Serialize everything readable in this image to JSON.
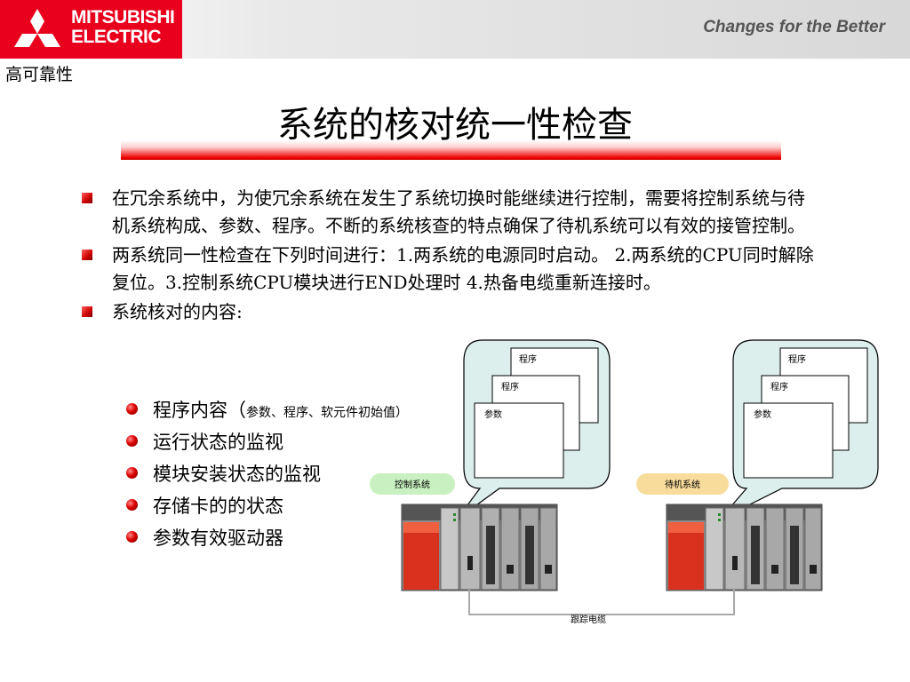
{
  "header": {
    "logo_text_line1": "MITSUBISHI",
    "logo_text_line2": "ELECTRIC",
    "slogan": "Changes for the Better"
  },
  "section_label": "高可靠性",
  "title": "系统的核对统一性检查",
  "bullets": [
    "在冗余系统中，为使冗余系统在发生了系统切换时能继续进行控制，需要将控制系统与待机系统构成、参数、程序。不断的系统核查的特点确保了待机系统可以有效的接管控制。",
    "两系统同一性检查在下列时间进行：1.两系统的电源同时启动。 2.两系统的CPU同时解除复位。3.控制系统CPU模块进行END处理时 4.热备电缆重新连接时。",
    "系统核对的内容:"
  ],
  "sub_bullets": {
    "item1": "程序内容（",
    "item1_small": "参数、程序、软元件初始值）",
    "item2": "运行状态的监视",
    "item3": "模块安装状态的监视",
    "item4": "存储卡的的状态",
    "item5": "参数有效驱动器"
  },
  "diagram": {
    "left_sheet_back": "程序",
    "left_sheet_mid": "程序",
    "left_sheet_front": "参数",
    "right_sheet_back": "程序",
    "right_sheet_mid": "程序",
    "right_sheet_front": "参数",
    "control_system": "控制系统",
    "standby_system": "待机系统",
    "tracking_cable": "跟踪电缆"
  },
  "colors": {
    "brand_red": "#e8001c",
    "callout_fill": "#dcefed",
    "control_pill": "#c8f0c0",
    "standby_pill": "#f8dc9c"
  }
}
